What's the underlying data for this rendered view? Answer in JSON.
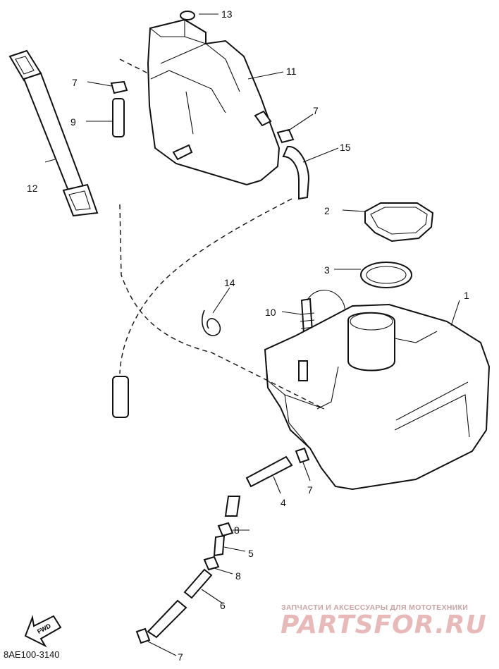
{
  "diagram": {
    "callouts": {
      "p1": "1",
      "p2": "2",
      "p3": "3",
      "p4": "4",
      "p5": "5",
      "p6": "6",
      "p7a": "7",
      "p7b": "7",
      "p7c": "7",
      "p7d": "7",
      "p8a": "8",
      "p8b": "8",
      "p9": "9",
      "p10": "10",
      "p11": "11",
      "p12": "12",
      "p13": "13",
      "p14": "14",
      "p15": "15"
    },
    "fwd_label": "FWD",
    "drawing_code": "8AE100-3140"
  },
  "watermark": {
    "tagline": "ЗАПЧАСТИ И АКСЕССУАРЫ ДЛЯ МОТОТЕХНИКИ",
    "logo": "PARTSFOR.RU"
  },
  "colors": {
    "ink": "#111111",
    "watermark": "#e8b9b9"
  }
}
